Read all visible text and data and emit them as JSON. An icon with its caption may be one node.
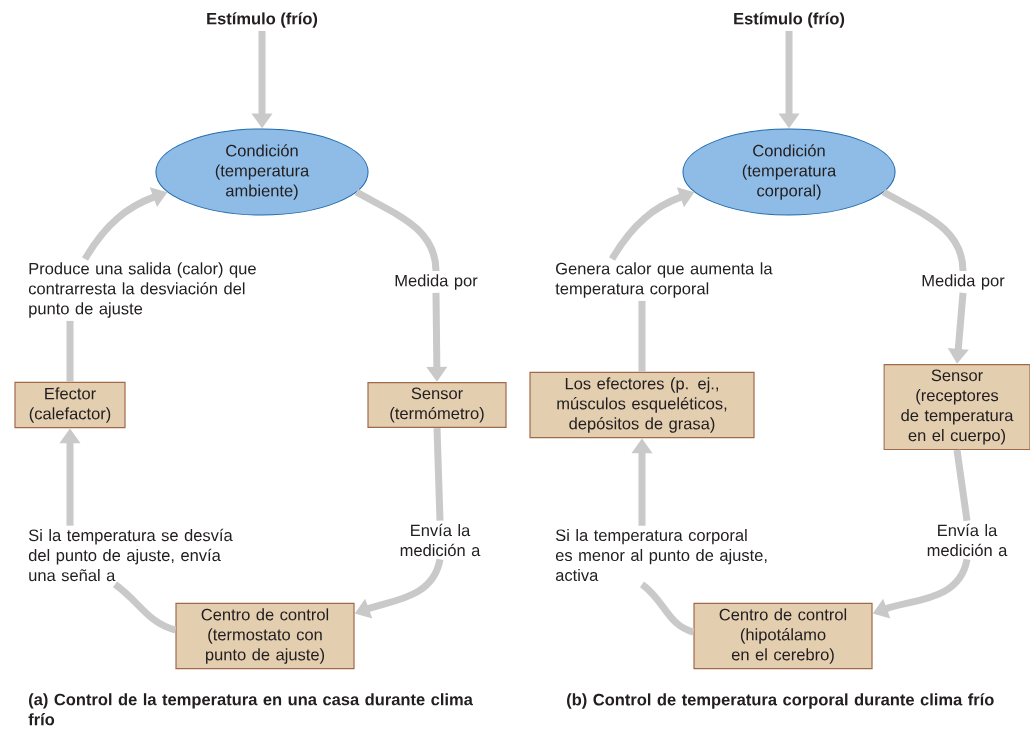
{
  "diagram": {
    "nodes": [
      {
        "text": [
          "Estímulo (frío)"
        ]
      },
      {
        "text": [
          "Condición (temperatura ambiente)"
        ]
      },
      {
        "text": [
          "Medida por"
        ]
      },
      {
        "text": [
          "Sensor (termómetro)"
        ]
      },
      {
        "text": [
          "Envía la medición a"
        ]
      },
      {
        "text": [
          "Centro de control (termostato con punto de ajuste)"
        ]
      },
      {
        "text": [
          "Si la temperatura se desvía del punto de ajuste, envía una señal a"
        ]
      },
      {
        "text": [
          "Efector (calefactor)"
        ]
      },
      {
        "text": [
          "Produce una salida (calor) que contrarresta la desviación del punto de ajuste"
        ]
      },
      {
        "text": [
          "Estímulo (frío)"
        ]
      },
      {
        "text": [
          "Condición (temperatura corporal)"
        ]
      },
      {
        "text": [
          "Medida por"
        ]
      },
      {
        "text": [
          "Sensor (receptores de temperatura en el cuerpo)"
        ]
      },
      {
        "text": [
          "Envía la medición a"
        ]
      },
      {
        "text": [
          "Centro de control (hipotálamo en el cerebro)"
        ]
      },
      {
        "text": [
          "Si la temperatura corporal es menor al punto de ajuste, activa"
        ]
      },
      {
        "text": [
          "Los efectores (p. ej., músculos esqueléticos, depósitos de grasa)"
        ]
      },
      {
        "text": [
          "Genera calor que aumenta la temperatura corporal"
        ]
      }
    ],
    "edges": [
      {
        "from": 0,
        "to": 1,
        "arrow": "to"
      },
      {
        "from": 1,
        "to": 2,
        "arrow": "none"
      },
      {
        "from": 2,
        "to": 3,
        "arrow": "to"
      },
      {
        "from": 3,
        "to": 4,
        "arrow": "none"
      },
      {
        "from": 4,
        "to": 5,
        "arrow": "to"
      },
      {
        "from": 5,
        "to": 6,
        "arrow": "none"
      },
      {
        "from": 6,
        "to": 7,
        "arrow": "to"
      },
      {
        "from": 7,
        "to": 8,
        "arrow": "none"
      },
      {
        "from": 8,
        "to": 1,
        "arrow": "to"
      },
      {
        "from": 9,
        "to": 10,
        "arrow": "to"
      },
      {
        "from": 10,
        "to": 11,
        "arrow": "none"
      },
      {
        "from": 11,
        "to": 12,
        "arrow": "to"
      },
      {
        "from": 12,
        "to": 13,
        "arrow": "none"
      },
      {
        "from": 13,
        "to": 14,
        "arrow": "to"
      },
      {
        "from": 14,
        "to": 15,
        "arrow": "none"
      },
      {
        "from": 15,
        "to": 16,
        "arrow": "to"
      },
      {
        "from": 16,
        "to": 17,
        "arrow": "none"
      },
      {
        "from": 17,
        "to": 10,
        "arrow": "to"
      }
    ],
    "labels": [
      "(a) Control de la temperatura en una casa durante clima frío",
      "(b) Control de temperatura corporal durante clima frío"
    ]
  }
}
